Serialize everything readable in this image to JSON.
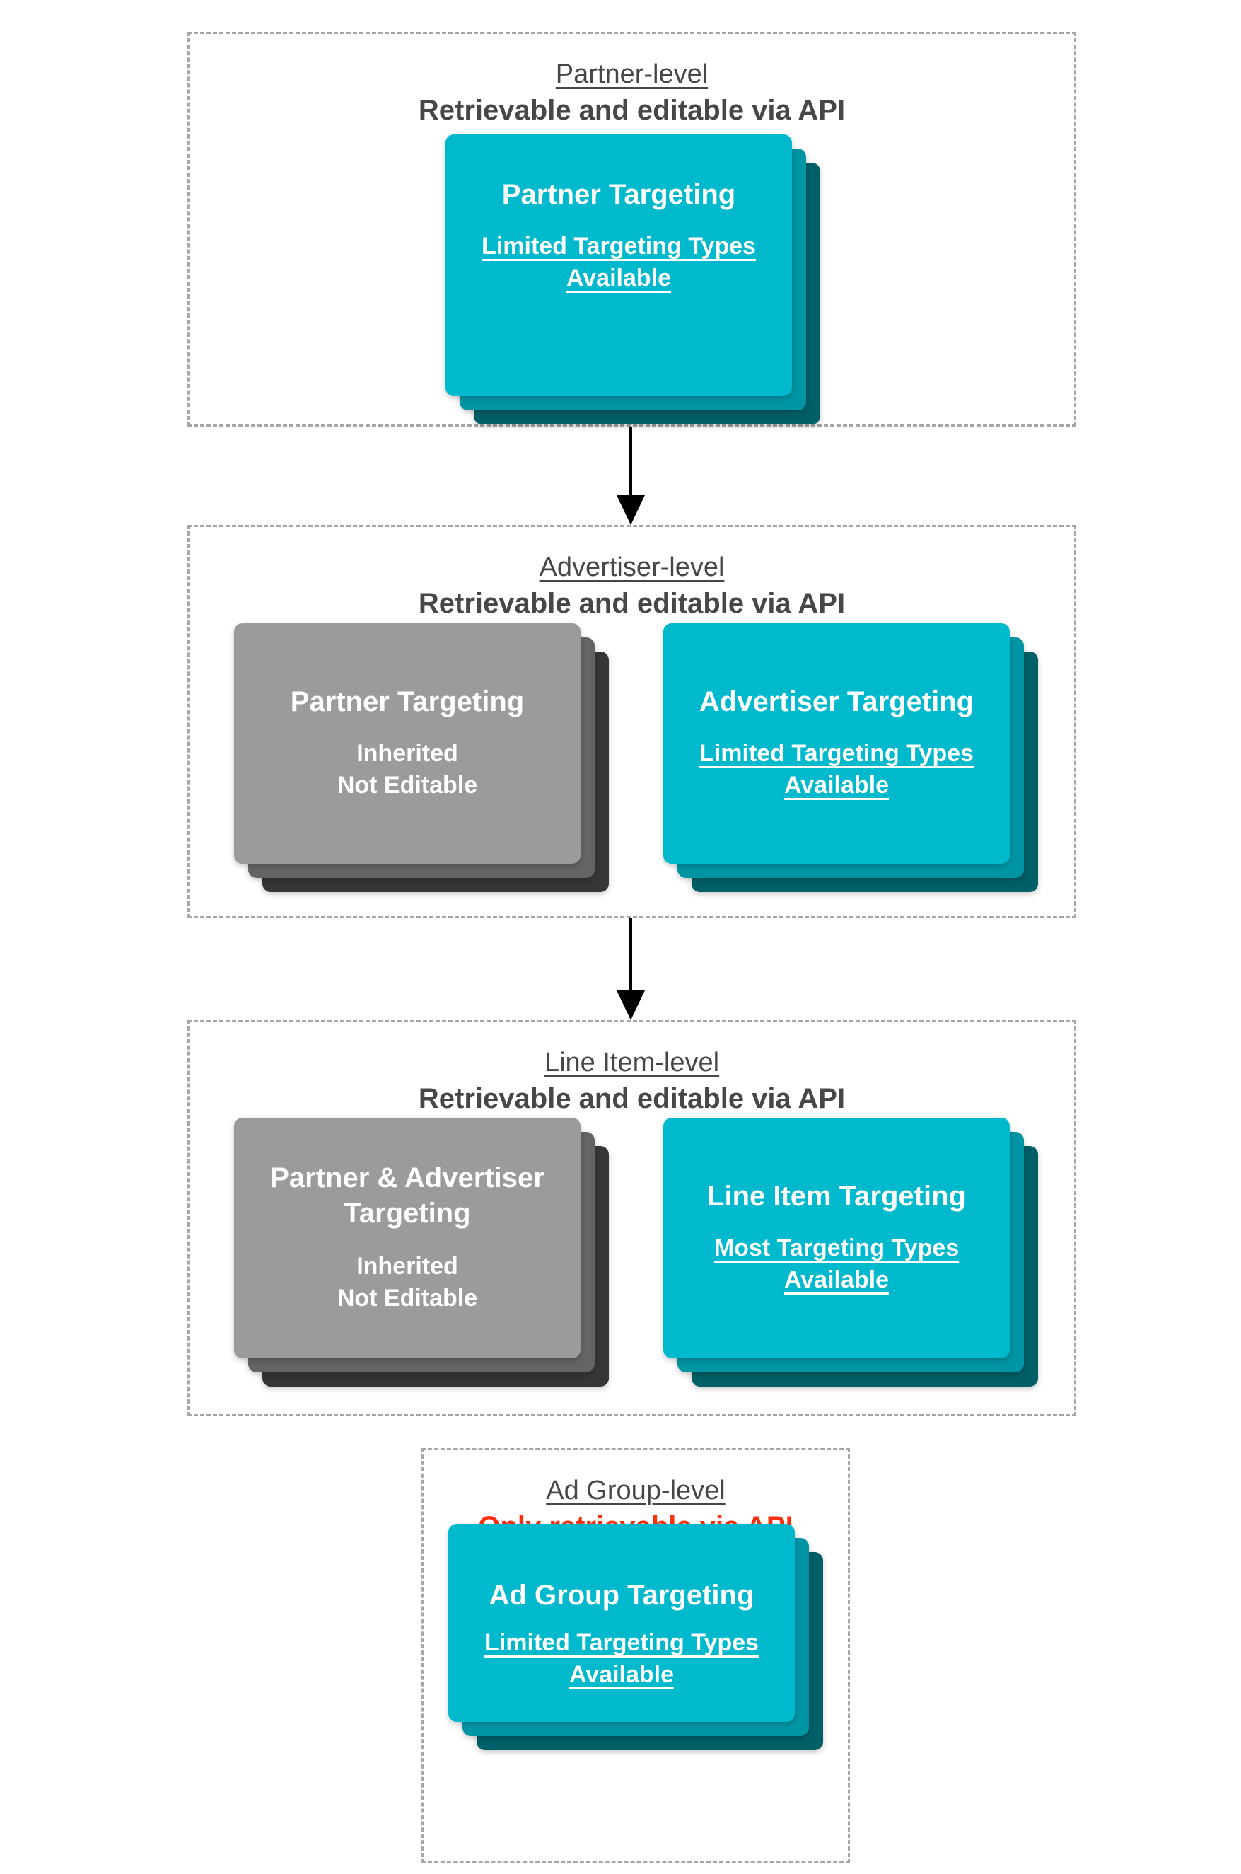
{
  "colors": {
    "cyan_card_front": "#00b9cd",
    "cyan_card_mid": "#0095a4",
    "cyan_card_back": "#005f67",
    "gray_card_front": "#9b9b9b",
    "gray_card_mid": "#646464",
    "gray_card_back": "#363638",
    "header_text": "#474747",
    "alert_red": "#f9300e",
    "card_text": "#ffffff",
    "dashed_border": "#a6a6a6",
    "arrow": "#000000"
  },
  "sections": [
    {
      "title": "Partner-level",
      "subtitle": "Retrievable and editable via API",
      "cards": [
        {
          "type": "cyan",
          "title": "Partner Targeting",
          "subtitle": "Limited Targeting Types\nAvailable"
        }
      ]
    },
    {
      "title": "Advertiser-level",
      "subtitle": "Retrievable and editable via API",
      "cards": [
        {
          "type": "gray",
          "title": "Partner Targeting",
          "subtitle": "Inherited\nNot Editable"
        },
        {
          "type": "cyan",
          "title": "Advertiser Targeting",
          "subtitle": "Limited Targeting Types\nAvailable"
        }
      ]
    },
    {
      "title": "Line Item-level",
      "subtitle": "Retrievable and editable via API",
      "cards": [
        {
          "type": "gray",
          "title": "Partner & Advertiser Targeting",
          "subtitle": "Inherited\nNot Editable"
        },
        {
          "type": "cyan",
          "title": "Line Item Targeting",
          "subtitle": "Most Targeting Types\nAvailable"
        }
      ]
    },
    {
      "title": "Ad Group-level",
      "subtitle": "Only retrievable via API",
      "cards": [
        {
          "type": "cyan",
          "title": "Ad Group Targeting",
          "subtitle": "Limited Targeting Types\nAvailable"
        }
      ]
    }
  ]
}
